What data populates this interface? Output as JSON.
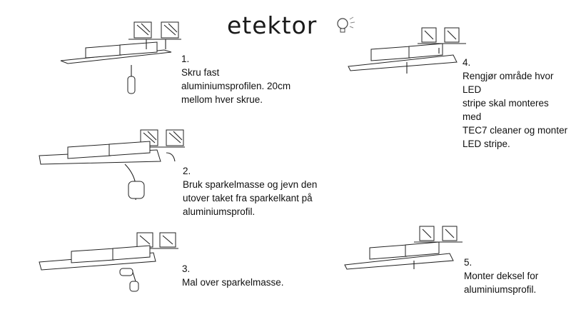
{
  "brand": {
    "name": "etektor"
  },
  "steps": [
    {
      "number": "1.",
      "text": "Skru fast\naluminiumsprofilen. 20cm\nmellom hver skrue."
    },
    {
      "number": "2.",
      "text": "Bruk sparkelmasse og jevn den\nutover taket fra sparkelkant på\naluminiumsprofil."
    },
    {
      "number": "3.",
      "text": "Mal over sparkelmasse."
    },
    {
      "number": "4.",
      "text": "Rengjør område hvor LED\nstripe skal monteres med\nTEC7 cleaner og monter\nLED stripe."
    },
    {
      "number": "5.",
      "text": "Monter deksel for\naluminiumsprofil."
    }
  ],
  "icons": [
    "lightbulb-icon",
    "screwdriver-icon",
    "hand-icon",
    "paint-roller-icon"
  ]
}
